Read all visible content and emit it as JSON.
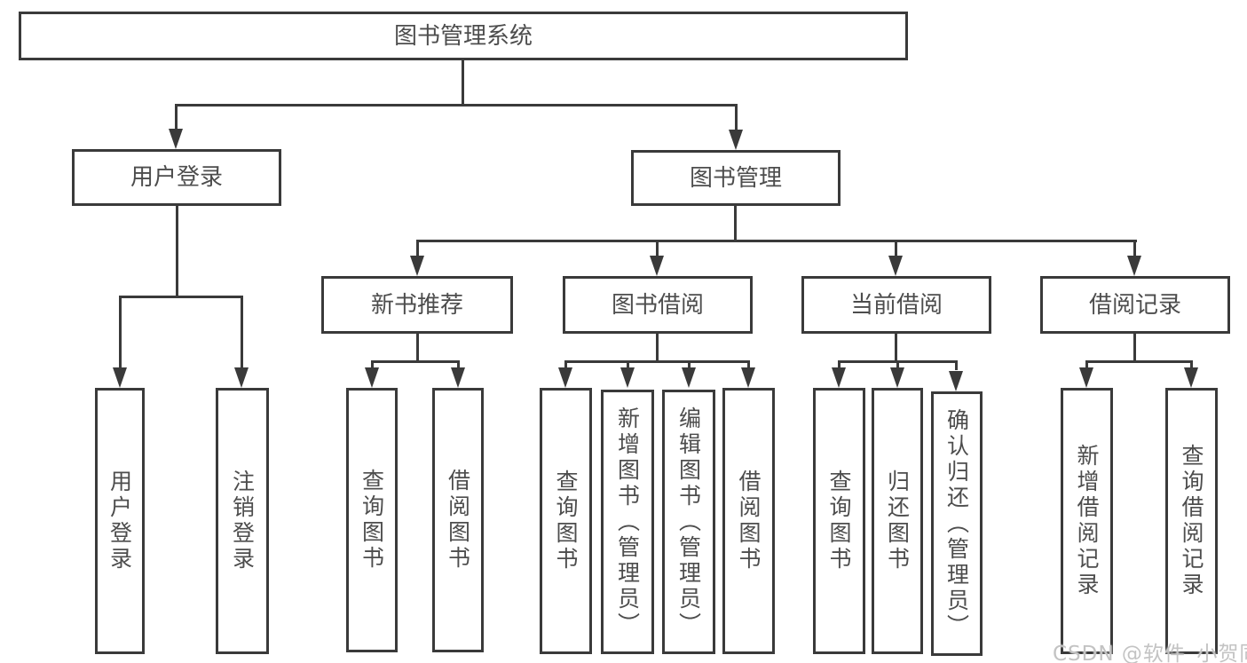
{
  "colors": {
    "line": "#3a3a3a",
    "text": "#4d4d4d",
    "watermark": "#c3c3c3"
  },
  "nodes": {
    "root": "图书管理系统",
    "user_login": "用户登录",
    "book_mgmt": "图书管理",
    "l3": [
      "新书推荐",
      "图书借阅",
      "当前借阅",
      "借阅记录"
    ],
    "leaves": [
      "用户登录",
      "注销登录",
      "查询图书",
      "借阅图书",
      "查询图书",
      "新增图书（管理员）",
      "编辑图书（管理员）",
      "借阅图书",
      "查询图书",
      "归还图书",
      "确认归还（管理员）",
      "新增借阅记录",
      "查询借阅记录"
    ]
  },
  "watermark": "CSDN @软件_小贺同学"
}
